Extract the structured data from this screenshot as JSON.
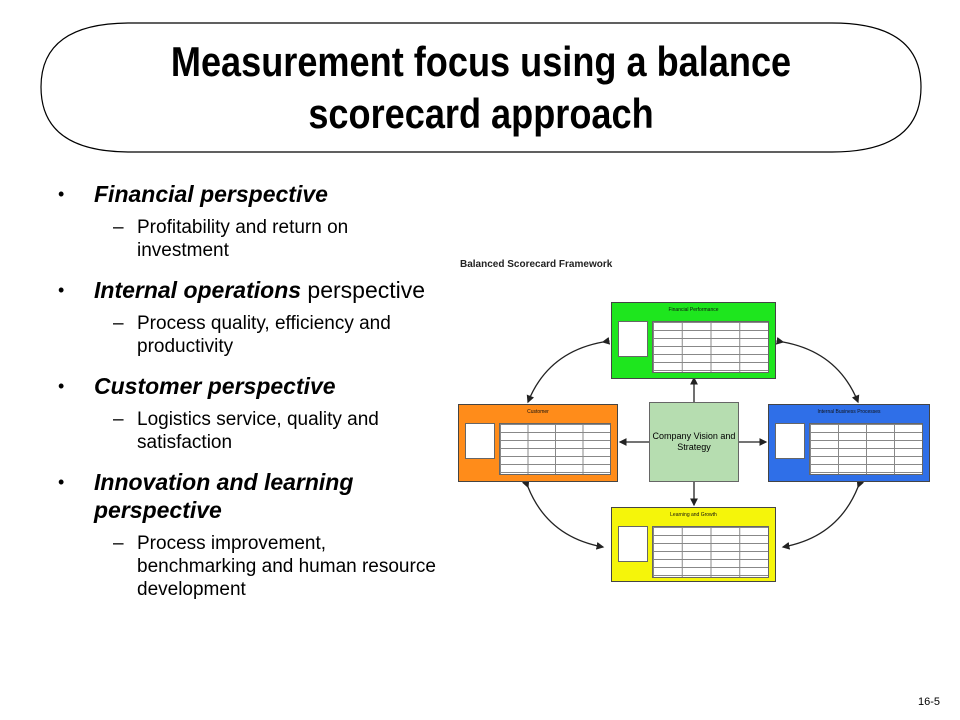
{
  "slide": {
    "title": "Measurement focus using a balance scorecard approach",
    "number": "16-5"
  },
  "bullets": [
    {
      "emphasis": "Financial perspective",
      "rest": "",
      "sub": "Profitability and return on investment"
    },
    {
      "emphasis": "Internal operations",
      "rest": " perspective",
      "sub": "Process quality, efficiency and productivity"
    },
    {
      "emphasis": "Customer perspective",
      "rest": "",
      "sub": "Logistics service, quality and satisfaction"
    },
    {
      "emphasis": "Innovation and learning perspective",
      "rest": "",
      "sub": "Process improvement, benchmarking and human resource development"
    }
  ],
  "figure": {
    "title": "Balanced Scorecard Framework",
    "center": "Company Vision and Strategy",
    "boxes": {
      "financial": {
        "label": "Financial Performance",
        "color": "#1ee61e"
      },
      "customer": {
        "label": "Customer",
        "color": "#ff8c1a"
      },
      "internal": {
        "label": "Internal Business Processes",
        "color": "#2f6fe8"
      },
      "learning": {
        "label": "Learning and Growth",
        "color": "#f5f50a"
      }
    }
  }
}
